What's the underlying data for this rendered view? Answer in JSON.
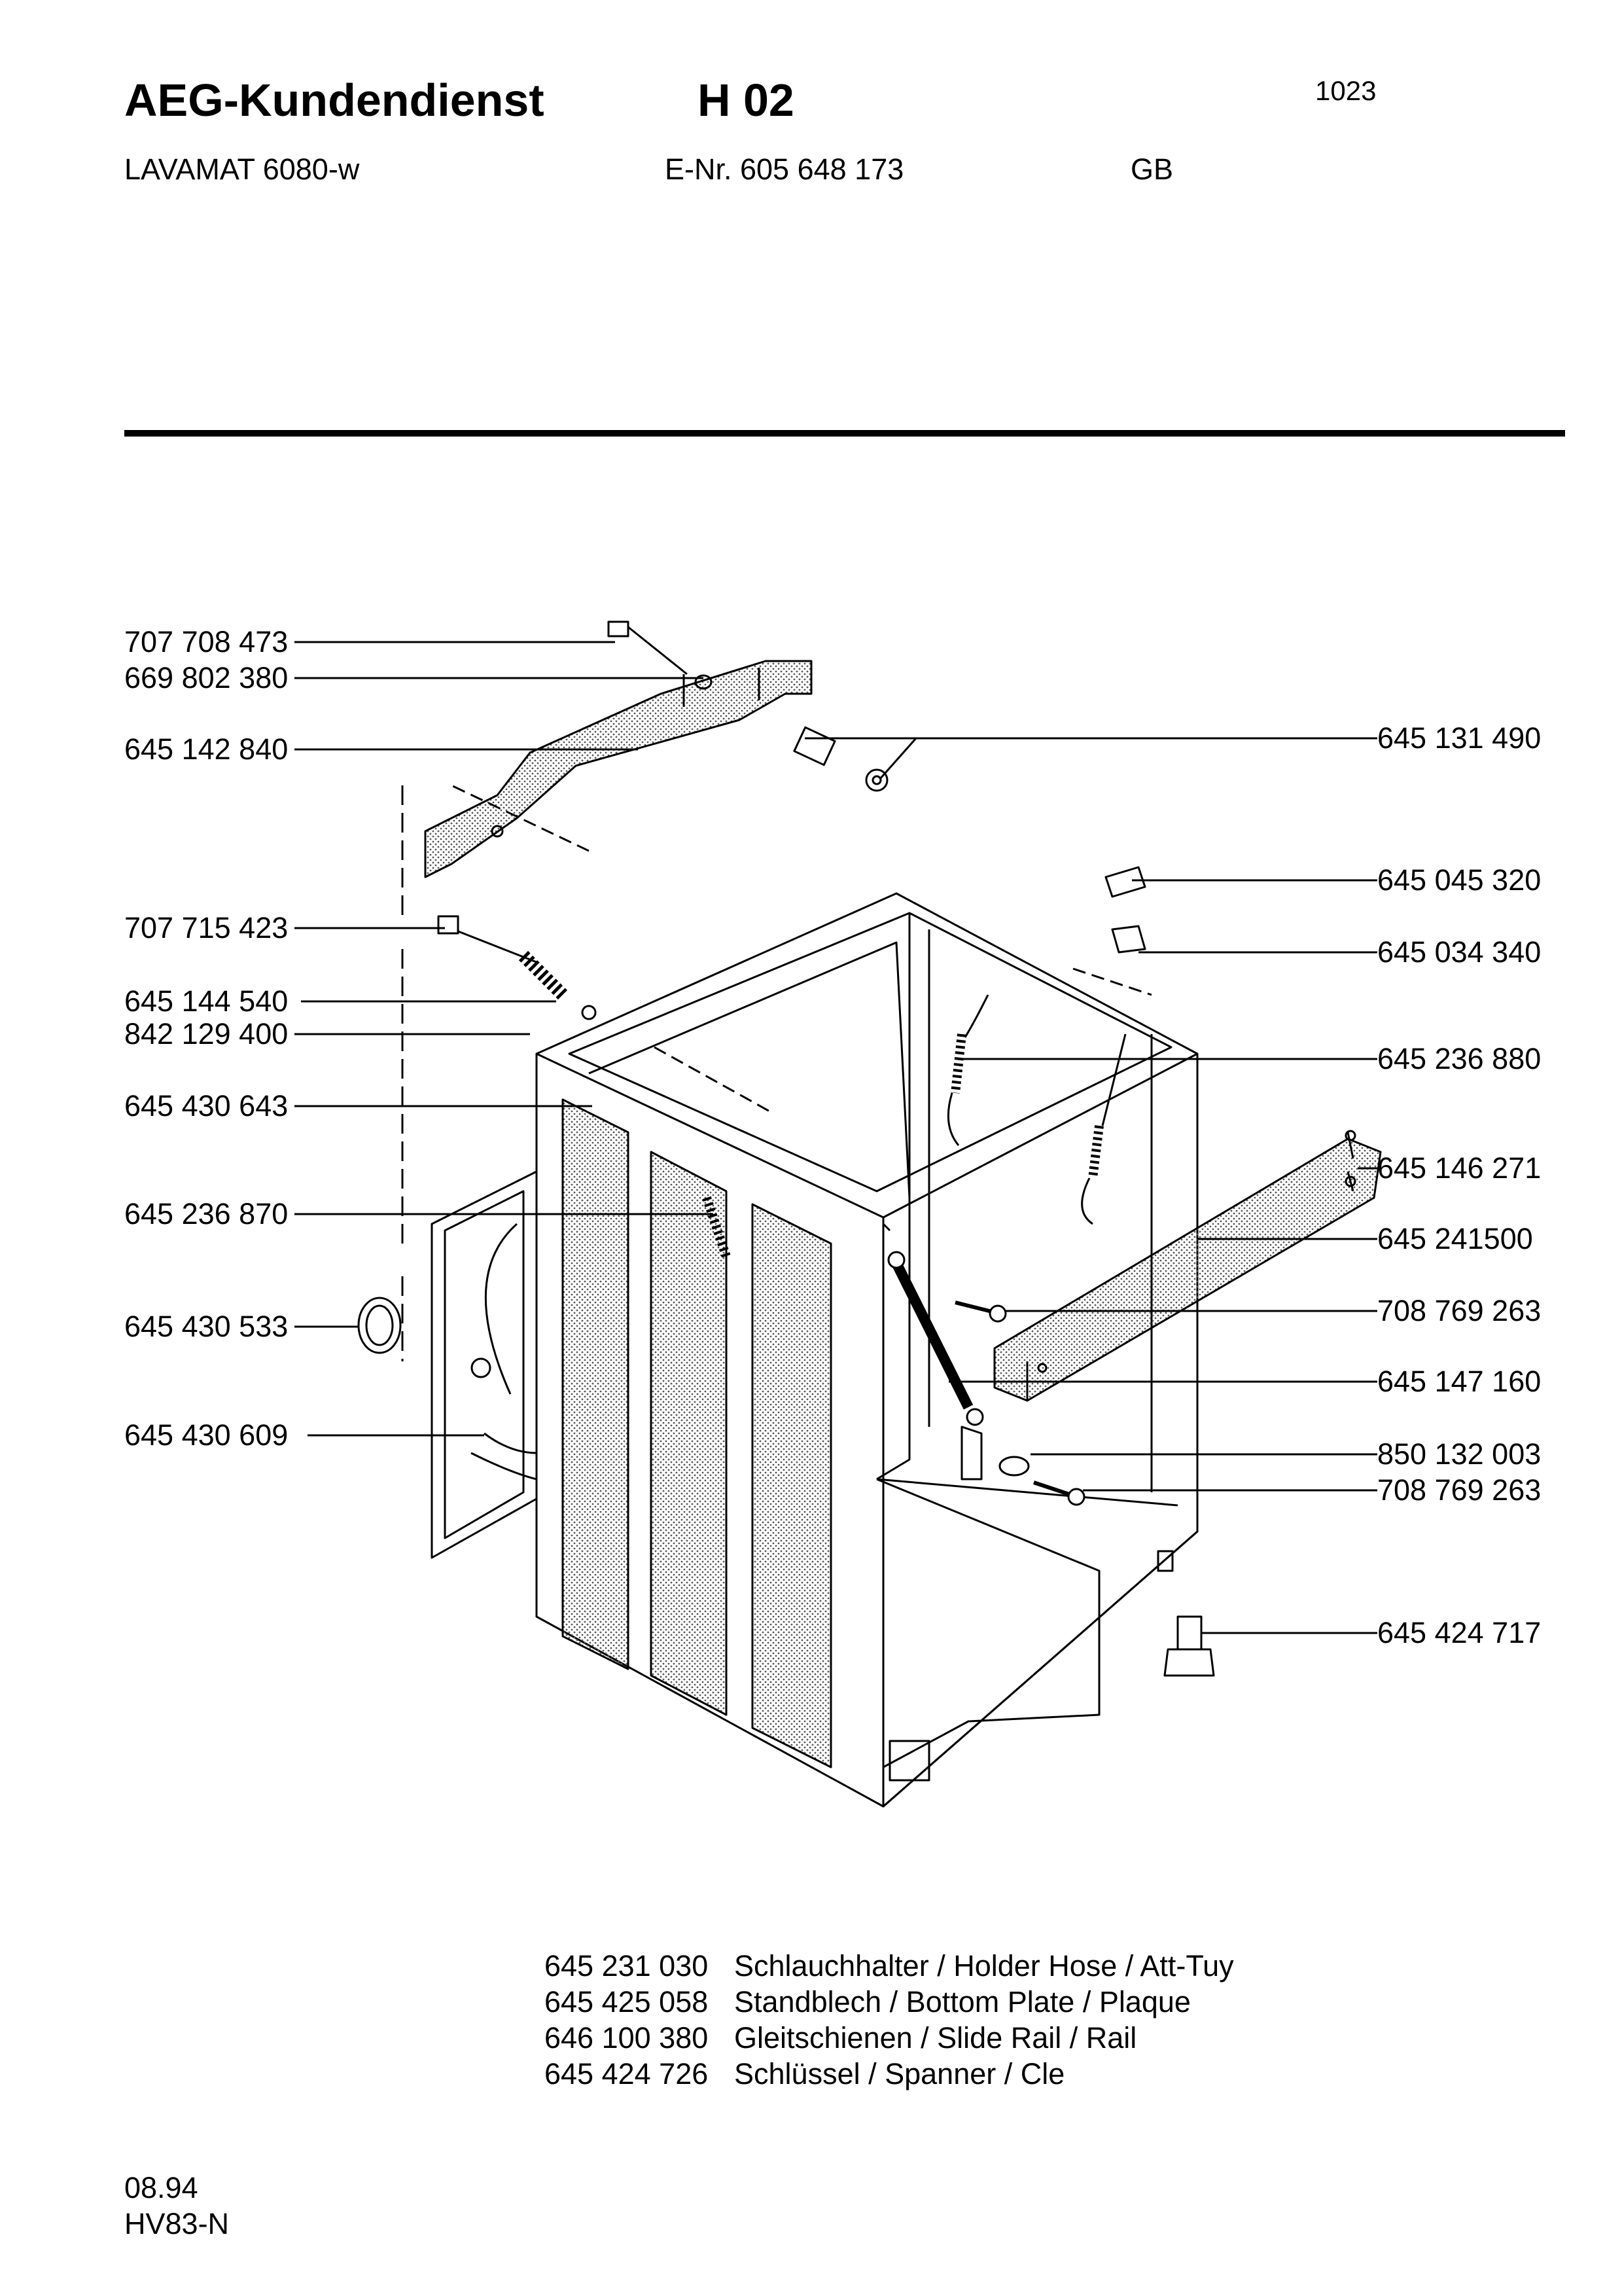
{
  "header": {
    "brand_title": "AEG-Kundendienst",
    "group_code": "H 02",
    "page_number": "1023",
    "model": "LAVAMAT 6080-w",
    "enr": "E-Nr. 605 648 173",
    "country": "GB"
  },
  "parts_left": [
    "707 708 473",
    "669 802 380",
    "645 142 840",
    "707 715 423",
    "645 144 540",
    "842 129 400",
    "645 430 643",
    "645 236 870",
    "645 430 533",
    "645 430 609"
  ],
  "parts_right": [
    "645 131 490",
    "645 045 320",
    "645 034 340",
    "645 236 880",
    "645 146 271",
    "645 241500",
    "708 769 263",
    "645 147 160",
    "850 132 003",
    "708 769 263",
    "645 424 717"
  ],
  "extra_parts": [
    {
      "number": "645 231 030",
      "description": "Schlauchhalter / Holder Hose / Att-Tuy"
    },
    {
      "number": "645 425 058",
      "description": "Standblech / Bottom Plate / Plaque"
    },
    {
      "number": "646 100 380",
      "description": "Gleitschienen / Slide Rail / Rail"
    },
    {
      "number": "645 424 726",
      "description": "Schlüssel / Spanner / Cle"
    }
  ],
  "footer": {
    "date": "08.94",
    "doc_code": "HV83-N"
  }
}
